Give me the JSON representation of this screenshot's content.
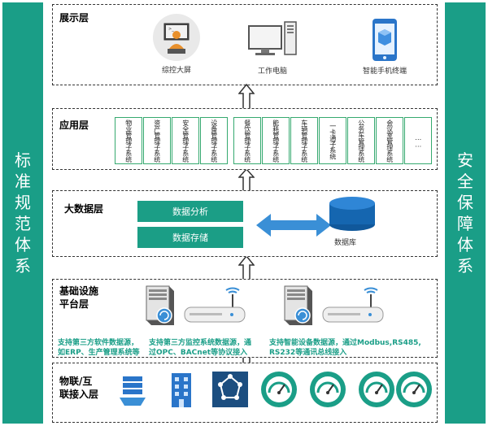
{
  "side": {
    "left_chars": [
      "标",
      "准",
      "规",
      "范",
      "体",
      "系"
    ],
    "right_chars": [
      "安",
      "全",
      "保",
      "障",
      "体",
      "系"
    ]
  },
  "layers": {
    "display": "展示层",
    "app": "应用层",
    "bigdata": "大数据层",
    "platform_line1": "基础设施",
    "platform_line2": "平台层",
    "iot_line1": "物联/互",
    "iot_line2": "联接入层"
  },
  "display_devices": {
    "big_screen": "综控大屏",
    "work_pc": "工作电脑",
    "mobile": "智能手机终端"
  },
  "subsystems": [
    "物业管理子系统",
    "资产管理子系统",
    "安全管理子系统",
    "设备管理子系统",
    "餐饮管理子系统",
    "能耗管理子系统",
    "车辆管理子系统",
    "一卡通子系统",
    "公务车管理系统",
    "会议室管理系统",
    "……"
  ],
  "bigdata": {
    "analysis": "数据分析",
    "storage": "数据存储",
    "database": "数据库"
  },
  "captions": {
    "c1_line1": "支持第三方软件数据源，",
    "c1_line2": "如ERP、生产管理系统等",
    "c2_line1": "支持第三方监控系统数据源，通",
    "c2_line2": "过OPC、BACnet等协议接入",
    "c3_line1": "支持智能设备数据源，通过Modbus,RS485,",
    "c3_line2": "RS232等通讯总线接入"
  },
  "colors": {
    "accent": "#1a9e87",
    "subsystem_border": "#35a96f",
    "arrow_blue": "#3a8fd6",
    "database_blue": "#1566b0"
  }
}
